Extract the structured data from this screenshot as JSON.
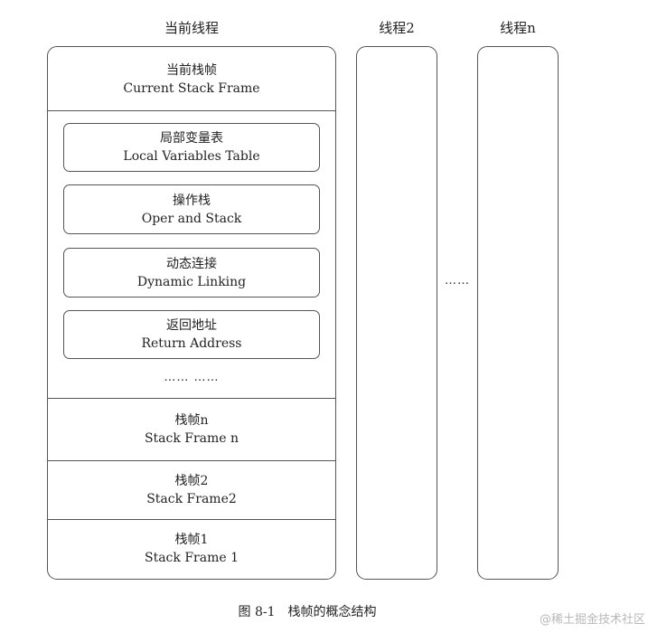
{
  "columns": {
    "current": {
      "title": "当前线程",
      "current_frame": {
        "cn": "当前栈帧",
        "en": "Current Stack Frame"
      },
      "parts": [
        {
          "cn": "局部变量表",
          "en": "Local Variables Table"
        },
        {
          "cn": "操作栈",
          "en": "Oper and Stack"
        },
        {
          "cn": "动态连接",
          "en": "Dynamic Linking"
        },
        {
          "cn": "返回地址",
          "en": "Return Address"
        }
      ],
      "parts_ellipsis": "…… ……",
      "frames": [
        {
          "cn": "栈帧n",
          "en": "Stack Frame n"
        },
        {
          "cn": "栈帧2",
          "en": "Stack Frame2"
        },
        {
          "cn": "栈帧1",
          "en": "Stack Frame 1"
        }
      ]
    },
    "thread2": {
      "title": "线程2"
    },
    "threadn": {
      "title": "线程n"
    }
  },
  "between_ellipsis": "……",
  "caption": "图 8-1　栈帧的概念结构",
  "watermark": "@稀土掘金技术社区"
}
